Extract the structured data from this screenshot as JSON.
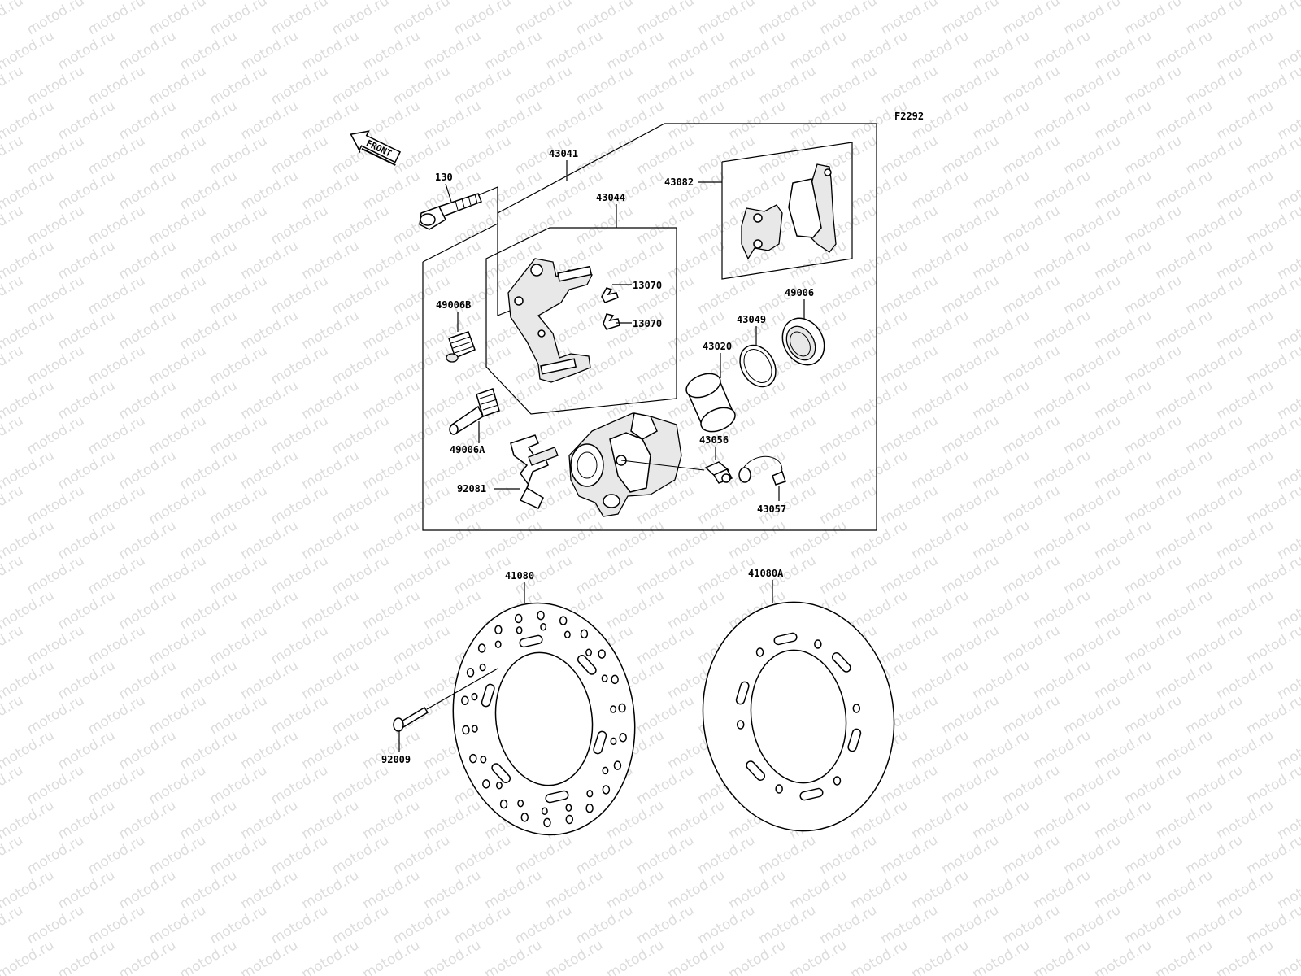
{
  "diagram": {
    "code": "F2292",
    "front_label": "FRONT",
    "watermark": "motod.ru",
    "parts": {
      "p130": "130",
      "p43041": "43041",
      "p43044": "43044",
      "p43082": "43082",
      "p13070a": "13070",
      "p13070b": "13070",
      "p49006B": "49006B",
      "p49006": "49006",
      "p43049": "43049",
      "p43020": "43020",
      "p49006A": "49006A",
      "p43056": "43056",
      "p92081": "92081",
      "p43057": "43057",
      "p41080": "41080",
      "p41080A": "41080A",
      "p92009": "92009"
    }
  }
}
